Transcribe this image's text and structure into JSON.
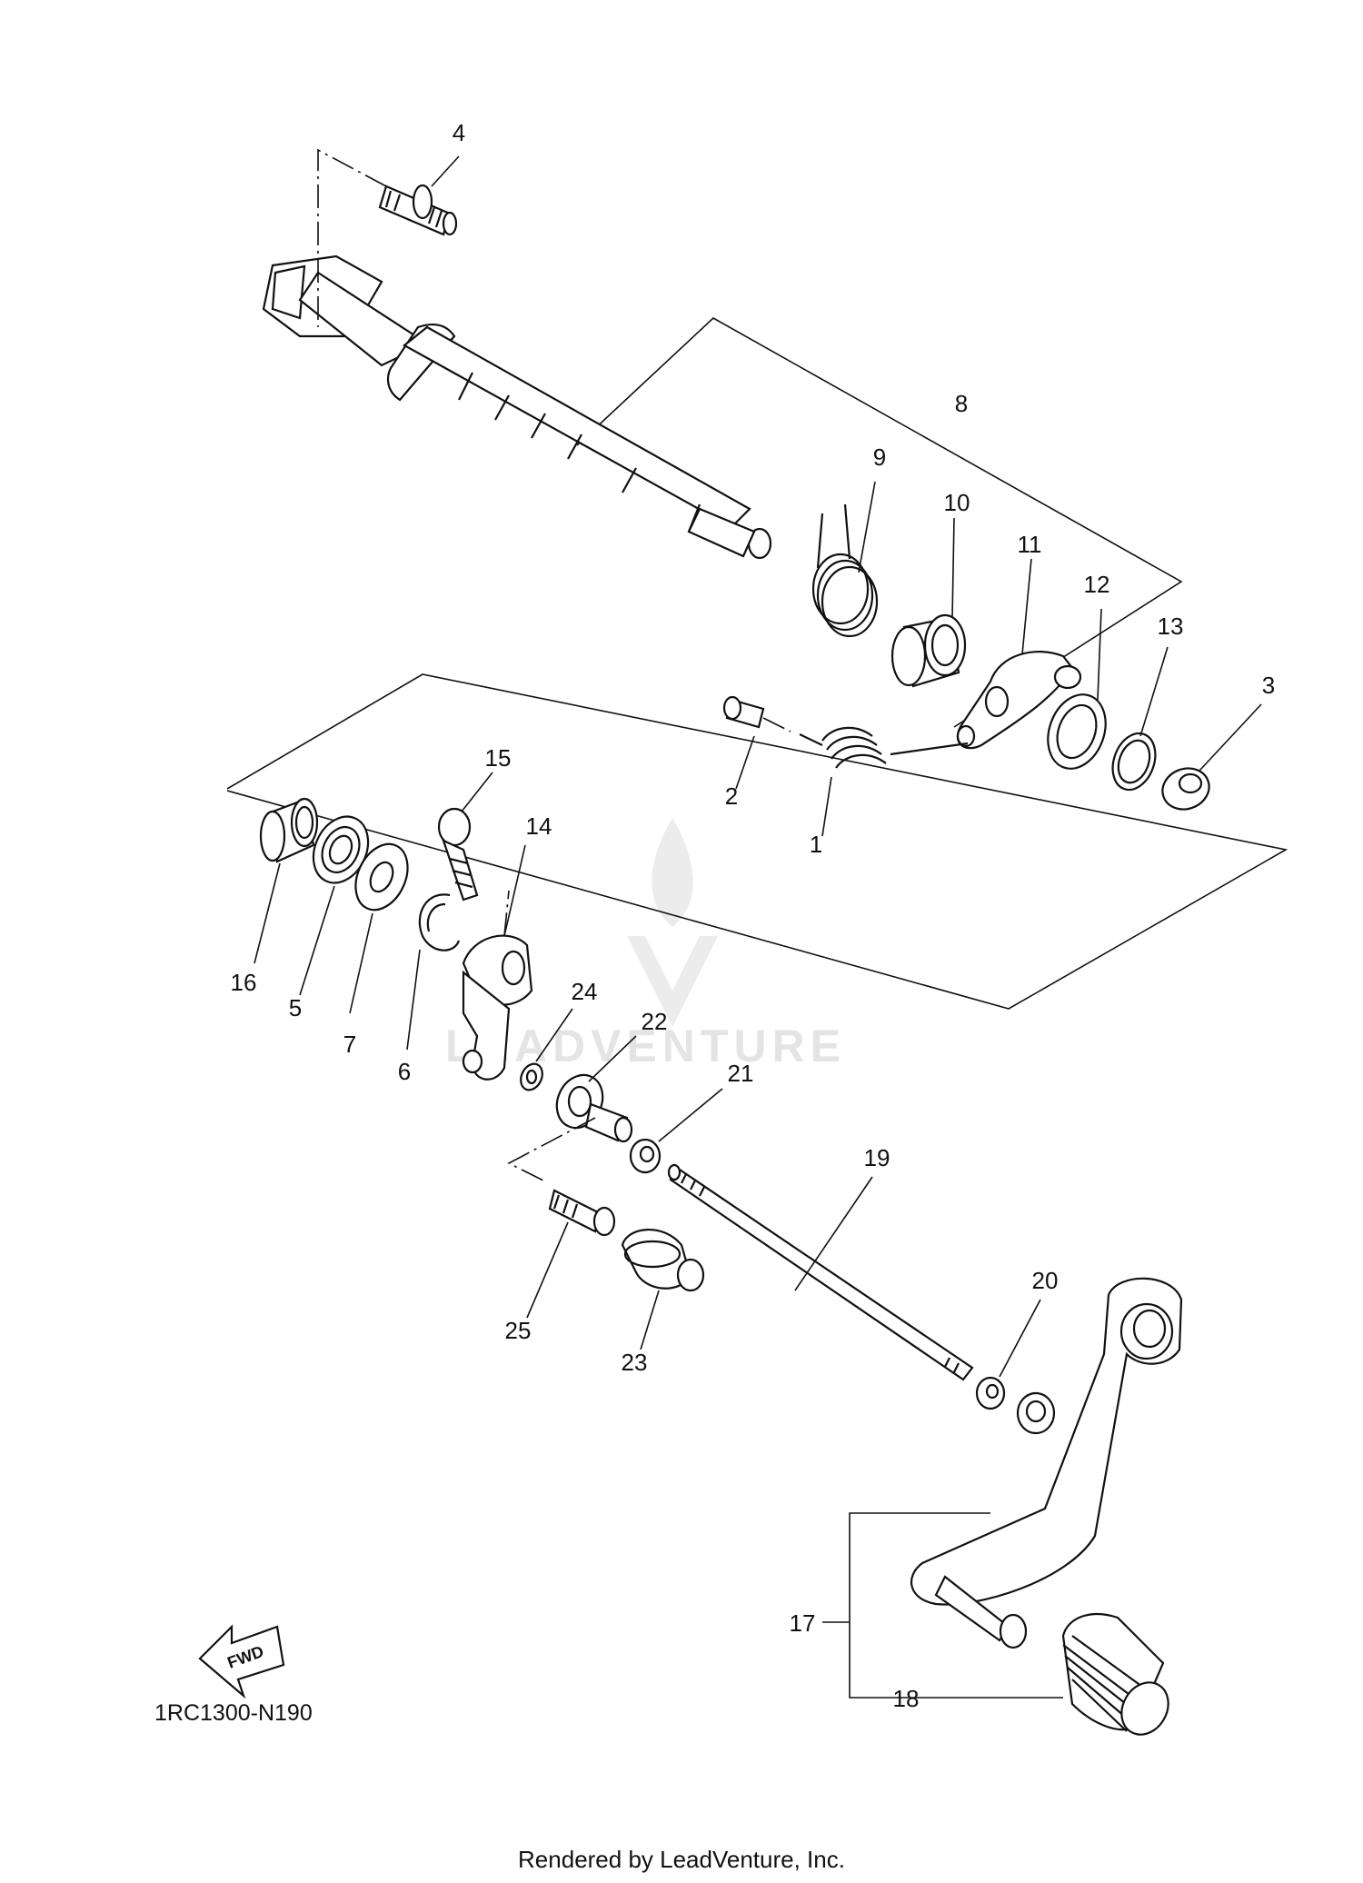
{
  "diagram_code": "1RC1300-N190",
  "footer_text": "Rendered by LeadVenture, Inc.",
  "watermark_text": "LEADVENTURE",
  "fwd_label": "FWD",
  "callouts": [
    "1",
    "2",
    "3",
    "4",
    "5",
    "6",
    "7",
    "8",
    "9",
    "10",
    "11",
    "12",
    "13",
    "14",
    "15",
    "16",
    "17",
    "18",
    "19",
    "20",
    "21",
    "22",
    "23",
    "24",
    "25"
  ]
}
